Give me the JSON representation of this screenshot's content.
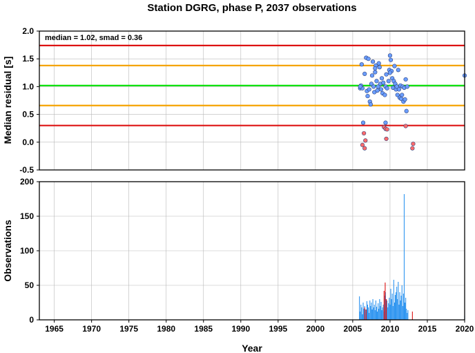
{
  "chart_data": [
    {
      "type": "scatter",
      "title": "Station DGRG, phase P, 2037 observations",
      "ylabel": "Median residual [s]",
      "annotation": "median = 1.02, smad = 0.36",
      "xlim": [
        1963,
        2020
      ],
      "ylim": [
        -0.5,
        2.0
      ],
      "yticks": [
        "-0.5",
        "0.0",
        "0.5",
        "1.0",
        "1.5",
        "2.0"
      ],
      "grid": true,
      "reference_lines": [
        {
          "y": 1.02,
          "color": "#00e000"
        },
        {
          "y": 1.38,
          "color": "#f5a300"
        },
        {
          "y": 0.66,
          "color": "#f5a300"
        },
        {
          "y": 1.74,
          "color": "#dd1111"
        },
        {
          "y": 0.3,
          "color": "#dd1111"
        }
      ],
      "series": [
        {
          "color": "#6b9eff",
          "x": [
            2006.0,
            2006.1,
            2006.2,
            2006.4,
            2006.6,
            2006.8,
            2006.9,
            2007.0,
            2007.1,
            2007.2,
            2007.3,
            2007.5,
            2007.6,
            2007.7,
            2007.8,
            2007.9,
            2008.0,
            2008.1,
            2008.2,
            2008.3,
            2008.4,
            2008.5,
            2008.6,
            2008.7,
            2008.8,
            2008.9,
            2009.0,
            2009.1,
            2009.3,
            2009.4,
            2009.5,
            2009.6,
            2009.8,
            2009.9,
            2010.0,
            2010.1,
            2010.2,
            2010.3,
            2010.4,
            2010.5,
            2010.6,
            2010.7,
            2010.8,
            2010.9,
            2011.0,
            2011.1,
            2011.2,
            2011.3,
            2011.4,
            2011.5,
            2011.6,
            2011.7,
            2011.8,
            2011.9,
            2012.0,
            2012.1,
            2012.2,
            2012.3,
            2006.3,
            2006.0,
            2007.4,
            2008.0,
            2009.4,
            2010.0,
            2020.0
          ],
          "y": [
            0.97,
            1.02,
            1.4,
            0.35,
            1.23,
            1.52,
            0.92,
            0.83,
            1.5,
            0.95,
            0.73,
            1.05,
            1.2,
            1.45,
            1.0,
            0.9,
            1.26,
            1.38,
            1.1,
            0.93,
            1.0,
            1.42,
            1.35,
            1.05,
            0.95,
            1.15,
            0.88,
            1.07,
            0.85,
            1.0,
            1.22,
            0.97,
            1.1,
            1.3,
            1.56,
            1.48,
            1.28,
            1.15,
            0.98,
            1.1,
            1.37,
            1.05,
            0.95,
            1.0,
            0.85,
            1.3,
            0.95,
            0.8,
            1.02,
            0.78,
            0.85,
            1.0,
            0.73,
            0.98,
            0.77,
            1.13,
            0.56,
            1.0,
            0.97,
            1.0,
            0.68,
            1.33,
            0.35,
            1.25,
            1.2
          ]
        },
        {
          "color": "#ff6b6b",
          "x": [
            2006.3,
            2006.5,
            2006.6,
            2006.7,
            2009.2,
            2009.4,
            2009.5,
            2009.6,
            2012.1,
            2013.0,
            2013.1
          ],
          "y": [
            -0.05,
            0.16,
            -0.11,
            0.03,
            0.27,
            0.24,
            0.06,
            0.23,
            0.29,
            -0.11,
            -0.03
          ]
        }
      ]
    },
    {
      "type": "bar",
      "ylabel": "Observations",
      "xlabel": "Year",
      "xlim": [
        1963,
        2020
      ],
      "ylim": [
        0,
        200
      ],
      "yticks": [
        "0",
        "50",
        "100",
        "150",
        "200"
      ],
      "xticks": [
        "1965",
        "1970",
        "1975",
        "1980",
        "1985",
        "1990",
        "1995",
        "2000",
        "2005",
        "2010",
        "2015",
        "2020"
      ],
      "grid": true,
      "series": [
        {
          "color": "#2f95f0",
          "x": [
            2005.9,
            2006.0,
            2006.1,
            2006.2,
            2006.3,
            2006.4,
            2006.5,
            2006.6,
            2006.7,
            2006.8,
            2006.9,
            2007.0,
            2007.1,
            2007.2,
            2007.3,
            2007.4,
            2007.5,
            2007.6,
            2007.7,
            2007.8,
            2007.9,
            2008.0,
            2008.1,
            2008.2,
            2008.3,
            2008.4,
            2008.5,
            2008.6,
            2008.7,
            2008.8,
            2008.9,
            2009.0,
            2009.1,
            2009.2,
            2009.3,
            2009.4,
            2009.5,
            2009.6,
            2009.7,
            2009.8,
            2009.9,
            2010.0,
            2010.1,
            2010.2,
            2010.3,
            2010.4,
            2010.5,
            2010.6,
            2010.7,
            2010.8,
            2010.9,
            2011.0,
            2011.1,
            2011.2,
            2011.3,
            2011.4,
            2011.5,
            2011.6,
            2011.7,
            2011.8,
            2011.9,
            2012.0,
            2012.1,
            2012.2,
            2012.3,
            2012.4,
            2020.0
          ],
          "y": [
            34,
            12,
            22,
            18,
            8,
            25,
            16,
            20,
            15,
            12,
            27,
            22,
            18,
            10,
            28,
            20,
            25,
            15,
            30,
            18,
            22,
            14,
            28,
            19,
            12,
            24,
            16,
            30,
            20,
            26,
            14,
            18,
            22,
            12,
            35,
            40,
            20,
            28,
            18,
            24,
            32,
            22,
            45,
            30,
            38,
            20,
            58,
            25,
            36,
            40,
            48,
            30,
            55,
            22,
            40,
            28,
            35,
            50,
            20,
            38,
            182,
            25,
            32,
            16,
            10,
            14,
            6
          ]
        },
        {
          "color": "#dd1111",
          "x": [
            2006.6,
            2006.8,
            2009.2,
            2009.35,
            2009.5,
            2013.0
          ],
          "y": [
            18,
            15,
            42,
            54,
            30,
            12
          ]
        }
      ]
    }
  ]
}
